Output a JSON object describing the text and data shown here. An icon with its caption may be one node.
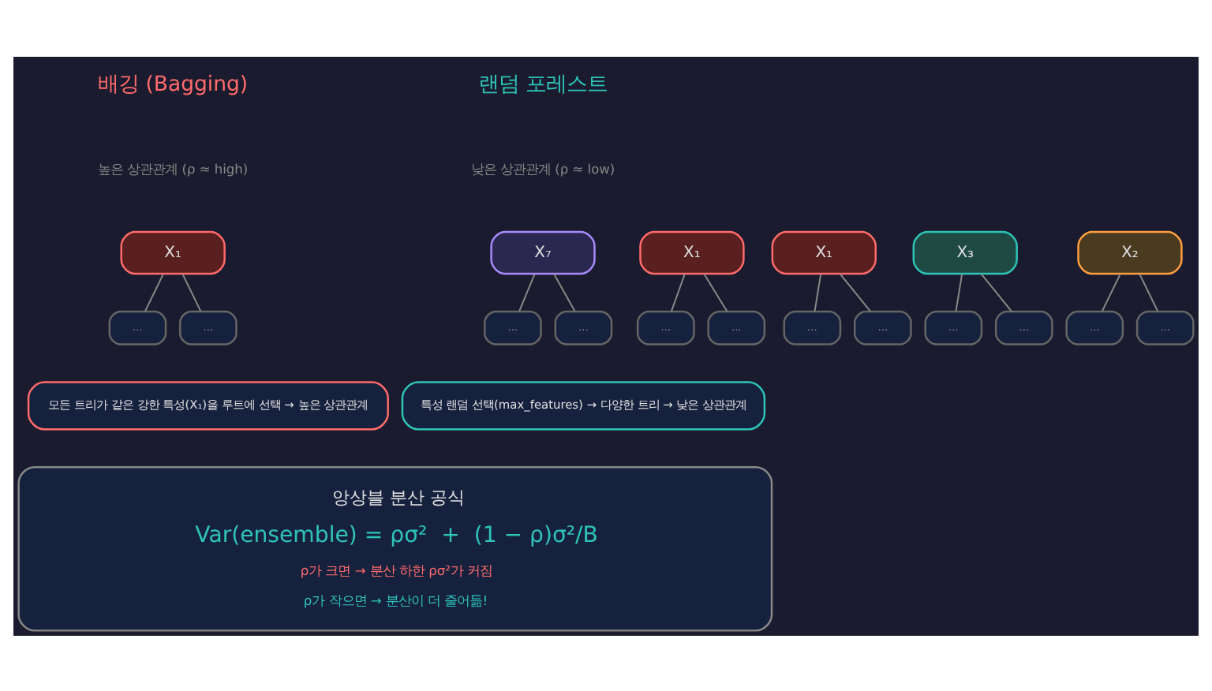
{
  "diagram": {
    "nodes": [
      {
        "text": [
          "X₁"
        ]
      },
      {
        "text": [
          "X₁"
        ]
      },
      {
        "text": [
          "X₁"
        ]
      },
      {
        "text": [
          "X₃"
        ]
      },
      {
        "text": [
          "X₇"
        ]
      },
      {
        "text": [
          "X₂"
        ]
      },
      {
        "text": [
          "..."
        ]
      },
      {
        "text": [
          "..."
        ]
      },
      {
        "text": [
          "..."
        ]
      },
      {
        "text": [
          "..."
        ]
      },
      {
        "text": [
          "..."
        ]
      },
      {
        "text": [
          "..."
        ]
      },
      {
        "text": [
          "..."
        ]
      },
      {
        "text": [
          "..."
        ]
      },
      {
        "text": [
          "..."
        ]
      },
      {
        "text": [
          "..."
        ]
      },
      {
        "text": [
          "..."
        ]
      },
      {
        "text": [
          "..."
        ]
      },
      {
        "text": [
          "모든 트리가 같은 강한 특성(X₁)을 루트에 선택 → 높은 상관관계"
        ]
      },
      {
        "text": [
          "특성 랜덤 선택(max_features) → 다양한 트리 → 낮은 상관관계"
        ]
      },
      {
        "text": [
          "앙상블 분산 공식",
          "Var(ensemble) = ρσ²  +  (1 − ρ)σ²/B",
          "ρ가 크면 → 분산 하한 ρσ²가 커짐",
          "ρ가 작으면 → 분산이 더 줄어듦!"
        ]
      }
    ],
    "edges": [
      {
        "from": 0,
        "to": 6,
        "arrow": "none"
      },
      {
        "from": 0,
        "to": 7,
        "arrow": "none"
      },
      {
        "from": 1,
        "to": 8,
        "arrow": "none"
      },
      {
        "from": 1,
        "to": 9,
        "arrow": "none"
      },
      {
        "from": 2,
        "to": 10,
        "arrow": "none"
      },
      {
        "from": 2,
        "to": 11,
        "arrow": "none"
      },
      {
        "from": 3,
        "to": 12,
        "arrow": "none"
      },
      {
        "from": 3,
        "to": 13,
        "arrow": "none"
      },
      {
        "from": 4,
        "to": 14,
        "arrow": "none"
      },
      {
        "from": 4,
        "to": 15,
        "arrow": "none"
      },
      {
        "from": 5,
        "to": 16,
        "arrow": "none"
      },
      {
        "from": 5,
        "to": 17,
        "arrow": "none"
      }
    ],
    "labels": [
      "배깅 (Bagging)",
      "높은 상관관계 (ρ ≈ high)",
      "랜덤 포레스트",
      "낮은 상관관계 (ρ ≈ low)"
    ]
  }
}
